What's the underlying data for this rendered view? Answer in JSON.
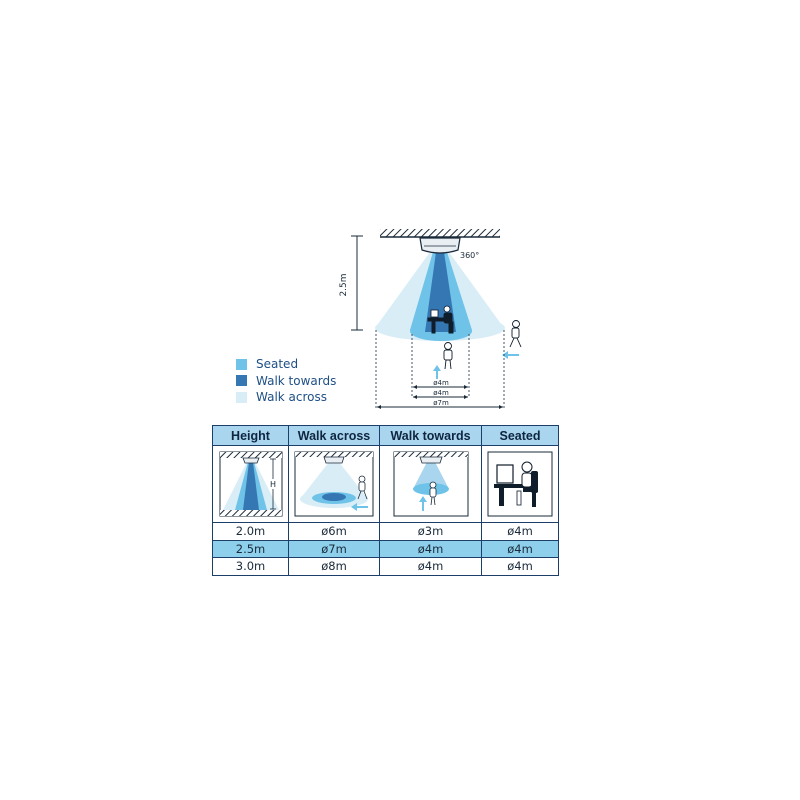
{
  "diagram": {
    "height_label": "2.5m",
    "angle_label": "360°",
    "diameters": [
      "ø4m",
      "ø4m",
      "ø7m"
    ]
  },
  "legend": {
    "items": [
      {
        "label": "Seated",
        "color": "#6fc3e8"
      },
      {
        "label": "Walk towards",
        "color": "#3577b3"
      },
      {
        "label": "Walk across",
        "color": "#d9edf7"
      }
    ]
  },
  "table": {
    "headers": [
      "Height",
      "Walk across",
      "Walk towards",
      "Seated"
    ],
    "icon_height_label": "H",
    "rows": [
      {
        "height": "2.0m",
        "walk_across": "ø6m",
        "walk_towards": "ø3m",
        "seated": "ø4m"
      },
      {
        "height": "2.5m",
        "walk_across": "ø7m",
        "walk_towards": "ø4m",
        "seated": "ø4m"
      },
      {
        "height": "3.0m",
        "walk_across": "ø8m",
        "walk_towards": "ø4m",
        "seated": "ø4m"
      }
    ]
  }
}
